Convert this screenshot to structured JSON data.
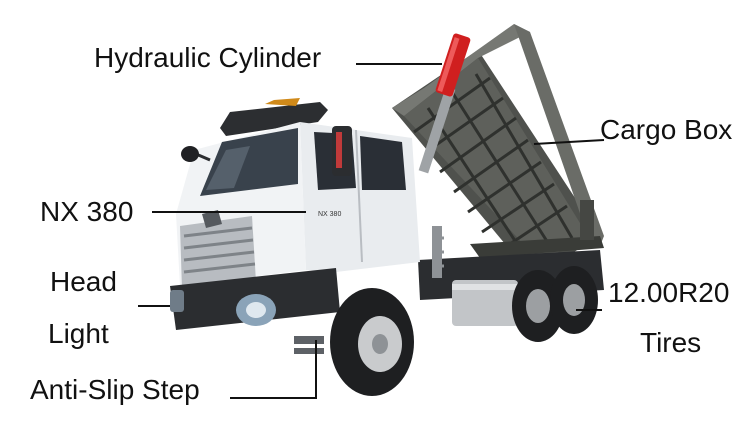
{
  "labels": {
    "hydraulic_cylinder": "Hydraulic Cylinder",
    "cargo_box": "Cargo Box",
    "model": "NX 380",
    "head_light_1": "Head",
    "head_light_2": "Light",
    "tires_1": "12.00R20",
    "tires_2": "Tires",
    "anti_slip_step": "Anti-Slip Step"
  },
  "truck": {
    "cab_badge": "NX 380",
    "colors": {
      "cab": "#e9ecef",
      "cab_shadow": "#c8ccd1",
      "chassis": "#2b2d30",
      "cargo_box": "#5b5d58",
      "cargo_box_dark": "#3f413d",
      "cylinder": "#d01f1f",
      "tire": "#1e1f21",
      "rim": "#c9cbcd",
      "fuel_tank": "#c2c5c8",
      "headlight": "#8aa3b8",
      "mirror_accent": "#c13a3a"
    }
  }
}
